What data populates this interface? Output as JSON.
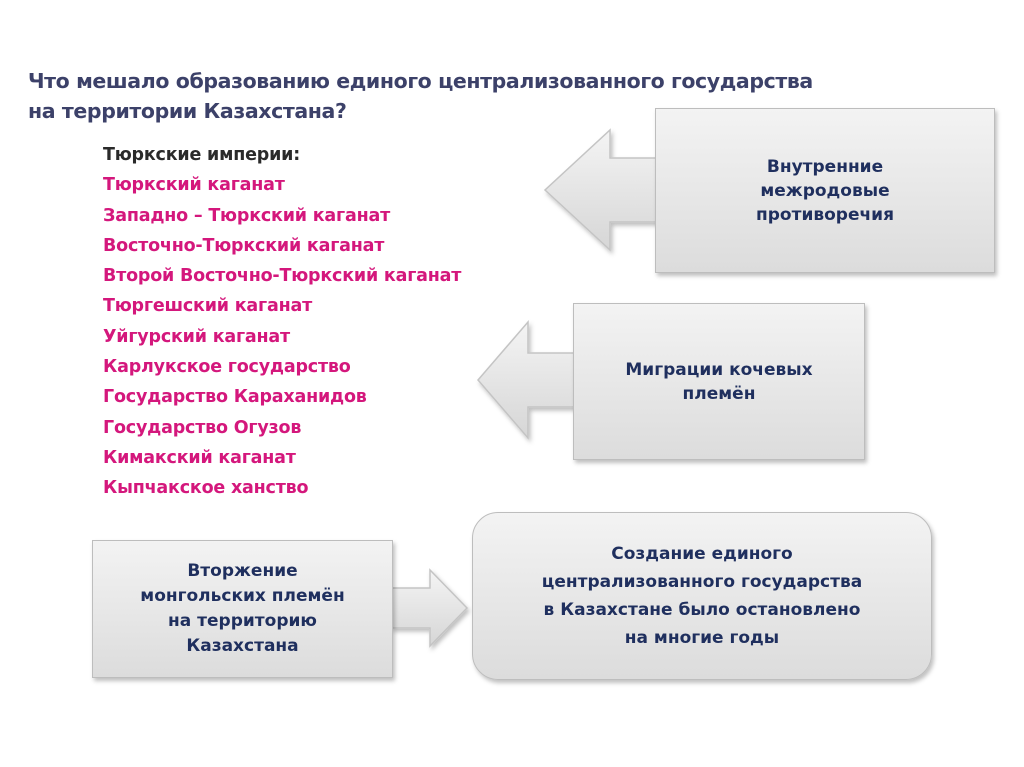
{
  "title": {
    "line1": "Что мешало образованию единого централизованного государства",
    "line2": "на территории Казахстана?"
  },
  "empires": {
    "heading": "Тюркские империи:",
    "items": [
      "Тюркский каганат",
      "Западно – Тюркский каганат",
      "Восточно-Тюркский каганат",
      "Второй Восточно-Тюркский каганат",
      "Тюргешский каганат",
      "Уйгурский каганат",
      "Карлукское государство",
      "Государство Караханидов",
      "Государство Огузов",
      "Кимакский каганат",
      "Кыпчакское ханство"
    ]
  },
  "boxes": {
    "internal": [
      "Внутренние",
      "межродовые",
      "противоречия"
    ],
    "migration": [
      "Миграции кочевых",
      "племён"
    ],
    "invasion": [
      "Вторжение",
      "монгольских племён",
      "на территорию",
      "Казахстана"
    ],
    "result": [
      "Создание единого",
      "централизованного государства",
      "в Казахстане было остановлено",
      "на многие годы"
    ]
  },
  "colors": {
    "title": "#3c4169",
    "list": "#d4177c",
    "box_text": "#1f2f5e"
  }
}
